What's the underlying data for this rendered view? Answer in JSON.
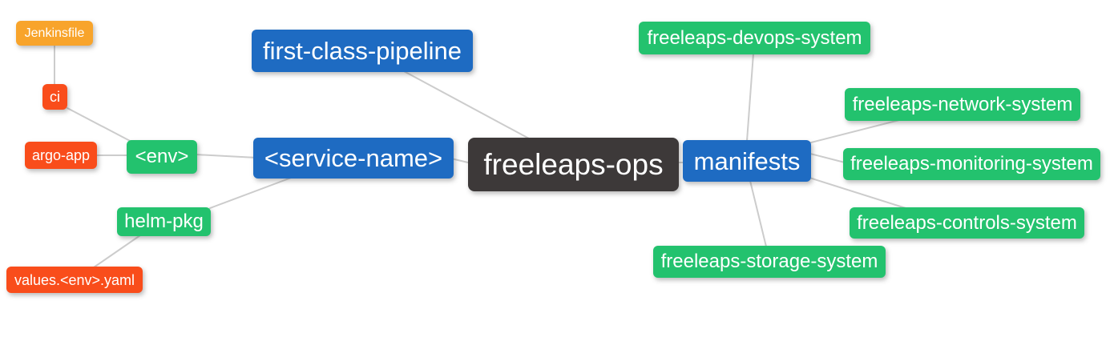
{
  "diagram": {
    "type": "mindmap",
    "background_color": "#ffffff",
    "edge_color": "#cccccc",
    "text_color": "#ffffff",
    "palette": {
      "root": "#3d3939",
      "level1_blue": "#1e6bc2",
      "level2_green": "#23c26e",
      "level3_red": "#f94d1b",
      "level4_orange": "#f8a42b"
    },
    "nodes": {
      "freeleaps_ops": {
        "label": "freeleaps-ops",
        "level": 0,
        "color": "#3d3939"
      },
      "first_class_pipeline": {
        "label": "first-class-pipeline",
        "level": 1,
        "color": "#1e6bc2"
      },
      "service_name": {
        "label": "<service-name>",
        "level": 1,
        "color": "#1e6bc2"
      },
      "manifests": {
        "label": "manifests",
        "level": 1,
        "color": "#1e6bc2"
      },
      "env": {
        "label": "<env>",
        "level": 2,
        "color": "#23c26e"
      },
      "helm_pkg": {
        "label": "helm-pkg",
        "level": 2,
        "color": "#23c26e"
      },
      "devops_system": {
        "label": "freeleaps-devops-system",
        "level": 2,
        "color": "#23c26e"
      },
      "network_system": {
        "label": "freeleaps-network-system",
        "level": 2,
        "color": "#23c26e"
      },
      "monitoring_system": {
        "label": "freeleaps-monitoring-system",
        "level": 2,
        "color": "#23c26e"
      },
      "controls_system": {
        "label": "freeleaps-controls-system",
        "level": 2,
        "color": "#23c26e"
      },
      "storage_system": {
        "label": "freeleaps-storage-system",
        "level": 2,
        "color": "#23c26e"
      },
      "ci": {
        "label": "ci",
        "level": 3,
        "color": "#f94d1b"
      },
      "argo_app": {
        "label": "argo-app",
        "level": 3,
        "color": "#f94d1b"
      },
      "values_env_yaml": {
        "label": "values.<env>.yaml",
        "level": 3,
        "color": "#f94d1b"
      },
      "jenkinsfile": {
        "label": "Jenkinsfile",
        "level": 4,
        "color": "#f8a42b"
      }
    },
    "edges": [
      [
        "freeleaps_ops",
        "first_class_pipeline"
      ],
      [
        "freeleaps_ops",
        "service_name"
      ],
      [
        "freeleaps_ops",
        "manifests"
      ],
      [
        "service_name",
        "env"
      ],
      [
        "service_name",
        "helm_pkg"
      ],
      [
        "env",
        "ci"
      ],
      [
        "env",
        "argo_app"
      ],
      [
        "ci",
        "jenkinsfile"
      ],
      [
        "helm_pkg",
        "values_env_yaml"
      ],
      [
        "manifests",
        "devops_system"
      ],
      [
        "manifests",
        "network_system"
      ],
      [
        "manifests",
        "monitoring_system"
      ],
      [
        "manifests",
        "controls_system"
      ],
      [
        "manifests",
        "storage_system"
      ]
    ]
  }
}
